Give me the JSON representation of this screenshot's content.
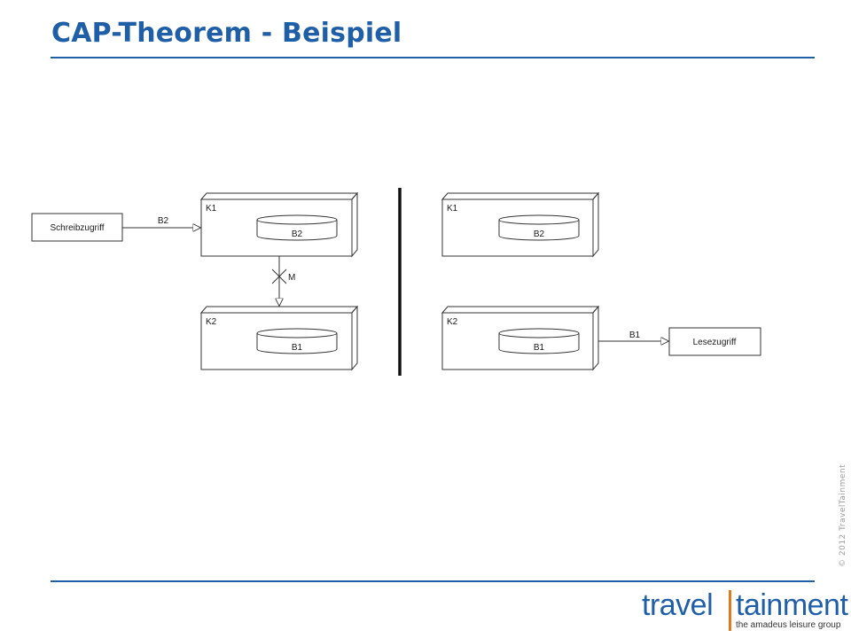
{
  "slide": {
    "title": "CAP-Theorem - Beispiel",
    "copyright": "© 2012 TravelTainment"
  },
  "diagram": {
    "left": {
      "write_client": "Schreibzugriff",
      "write_edge_label": "B2",
      "node_top": {
        "label": "K1",
        "store": "B2"
      },
      "node_bottom": {
        "label": "K2",
        "store": "B1"
      },
      "replication_label": "M"
    },
    "right": {
      "node_top": {
        "label": "K1",
        "store": "B2"
      },
      "node_bottom": {
        "label": "K2",
        "store": "B1"
      },
      "read_client": "Lesezugriff",
      "read_edge_label": "B1"
    }
  },
  "logo": {
    "left_part": "travel",
    "right_part": "tainment",
    "tagline": "the amadeus leisure group"
  },
  "colors": {
    "brand_blue": "#1f5fa8",
    "logo_accent": "#e07a1f"
  }
}
